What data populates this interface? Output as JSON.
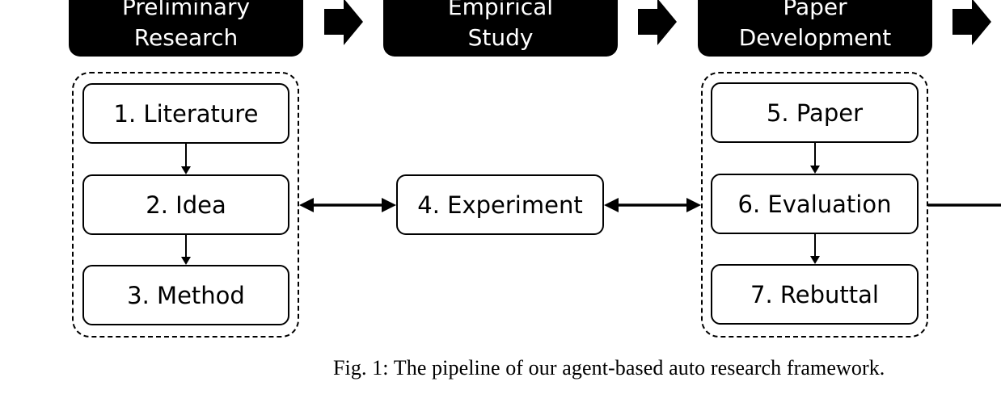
{
  "stages": [
    {
      "line1": "Preliminary",
      "line2": "Research"
    },
    {
      "line1": "Empirical",
      "line2": "Study"
    },
    {
      "line1": "Paper",
      "line2": "Development"
    }
  ],
  "steps": {
    "literature": "1. Literature",
    "idea": "2. Idea",
    "method": "3. Method",
    "experiment": "4. Experiment",
    "paper": "5. Paper",
    "evaluation": "6. Evaluation",
    "rebuttal": "7. Rebuttal"
  },
  "caption": "Fig. 1: The pipeline of our agent-based auto research framework."
}
